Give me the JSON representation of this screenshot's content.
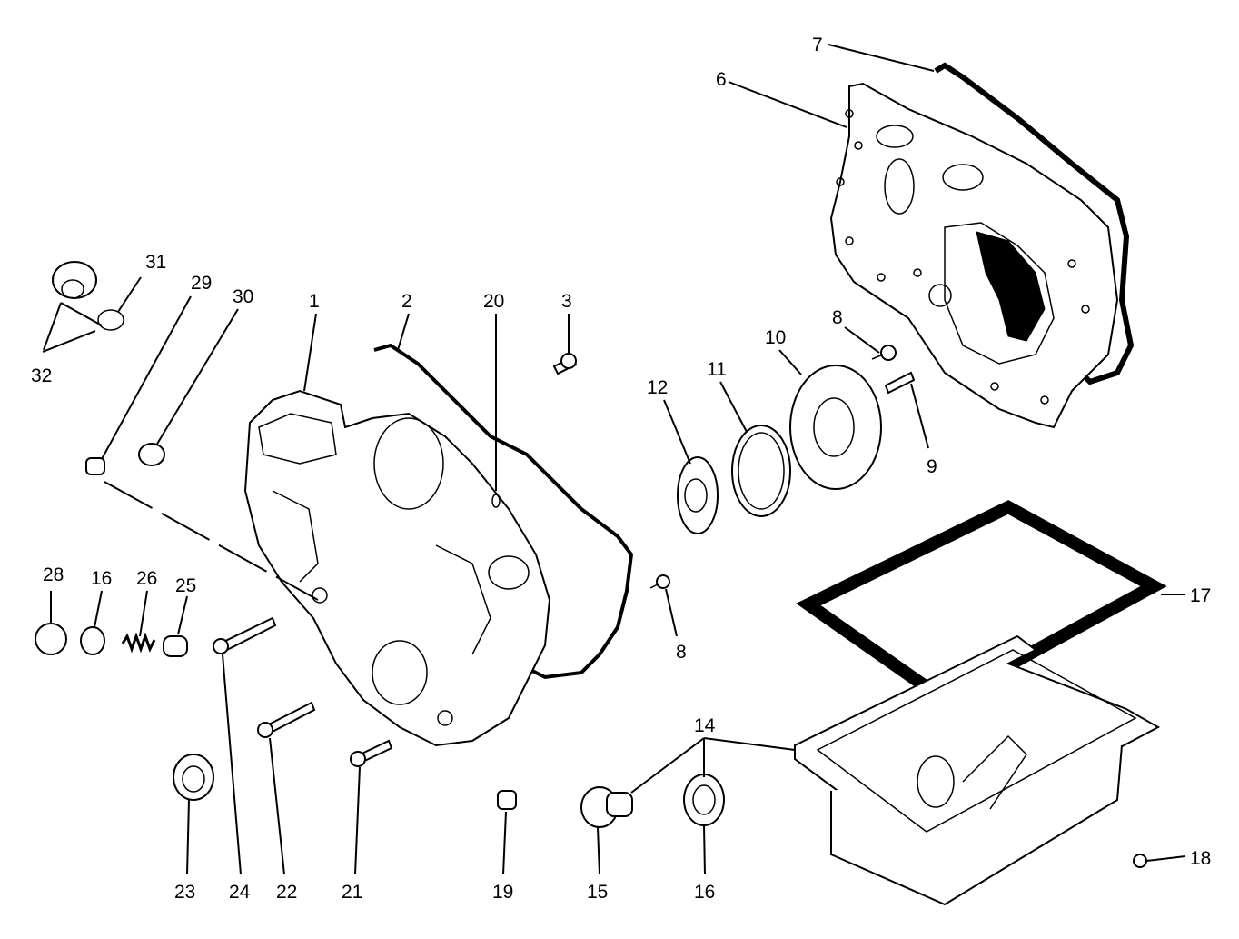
{
  "callouts": [
    {
      "id": "c1",
      "text": "1"
    },
    {
      "id": "c2",
      "text": "2"
    },
    {
      "id": "c3",
      "text": "3"
    },
    {
      "id": "c6",
      "text": "6"
    },
    {
      "id": "c7",
      "text": "7"
    },
    {
      "id": "c8a",
      "text": "8"
    },
    {
      "id": "c8b",
      "text": "8"
    },
    {
      "id": "c9",
      "text": "9"
    },
    {
      "id": "c10",
      "text": "10"
    },
    {
      "id": "c11",
      "text": "11"
    },
    {
      "id": "c12",
      "text": "12"
    },
    {
      "id": "c14",
      "text": "14"
    },
    {
      "id": "c15",
      "text": "15"
    },
    {
      "id": "c16a",
      "text": "16"
    },
    {
      "id": "c16b",
      "text": "16"
    },
    {
      "id": "c17",
      "text": "17"
    },
    {
      "id": "c18",
      "text": "18"
    },
    {
      "id": "c19",
      "text": "19"
    },
    {
      "id": "c20",
      "text": "20"
    },
    {
      "id": "c21",
      "text": "21"
    },
    {
      "id": "c22",
      "text": "22"
    },
    {
      "id": "c23",
      "text": "23"
    },
    {
      "id": "c24",
      "text": "24"
    },
    {
      "id": "c25",
      "text": "25"
    },
    {
      "id": "c26",
      "text": "26"
    },
    {
      "id": "c28",
      "text": "28"
    },
    {
      "id": "c29",
      "text": "29"
    },
    {
      "id": "c30",
      "text": "30"
    },
    {
      "id": "c31",
      "text": "31"
    },
    {
      "id": "c32",
      "text": "32"
    }
  ]
}
